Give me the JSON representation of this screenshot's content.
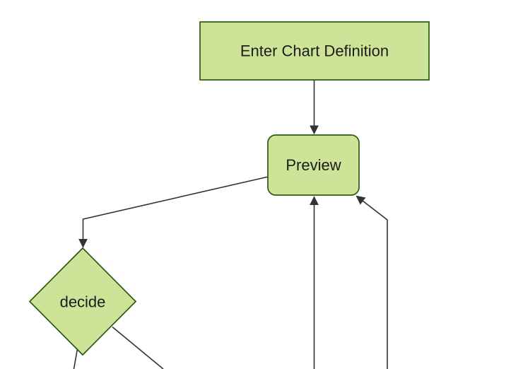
{
  "diagram": {
    "kind": "flowchart",
    "orientation": "top-down",
    "nodes": [
      {
        "id": "enter-chart-definition",
        "label": "Enter Chart Definition",
        "shape": "rectangle"
      },
      {
        "id": "preview",
        "label": "Preview",
        "shape": "rounded-rectangle"
      },
      {
        "id": "decide",
        "label": "decide",
        "shape": "diamond"
      }
    ],
    "edges": [
      {
        "from": "enter-chart-definition",
        "to": "preview",
        "arrow": true
      },
      {
        "from": "preview",
        "to": "decide",
        "arrow": true
      },
      {
        "from": "decide",
        "to": "offscreen-bottom-left",
        "arrow": false
      },
      {
        "from": "decide",
        "to": "offscreen-bottom-right",
        "arrow": false
      },
      {
        "from": "offscreen-bottom",
        "to": "preview",
        "arrow": true
      },
      {
        "from": "offscreen-bottom-right",
        "to": "preview",
        "arrow": true
      }
    ],
    "colors": {
      "node_fill": "#cde498",
      "node_border": "#2a5a0f",
      "edge_stroke": "#333333",
      "label_text": "#1c1c1c",
      "background": "#ffffff"
    }
  }
}
